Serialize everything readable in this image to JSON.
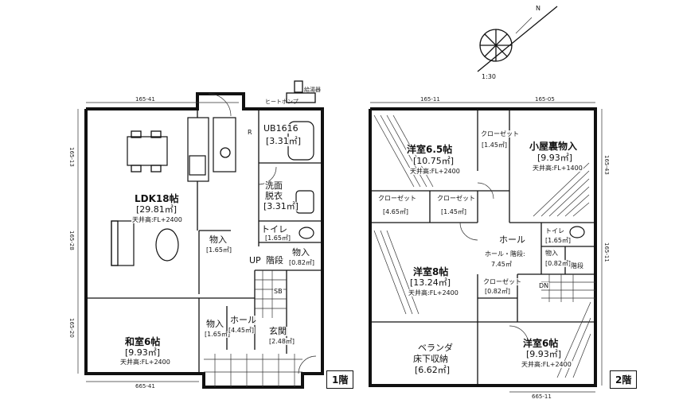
{
  "floor1": {
    "title": "1階",
    "rooms": {
      "ldk": {
        "name": "LDK18帖",
        "area": "[29.81㎡]",
        "ceiling": "天井高:FL+2400"
      },
      "washroom": {
        "name": "洗面",
        "sub": "脱衣",
        "area": "[3.31㎡]"
      },
      "bath": {
        "name": "UB1616",
        "area": "[3.31㎡]"
      },
      "toilet": {
        "name": "トイレ",
        "area": "[1.65㎡]"
      },
      "storage1": {
        "name": "物入",
        "area": "[1.65㎡]"
      },
      "storage2": {
        "name": "物入",
        "area": "[0.82㎡]"
      },
      "storage3": {
        "name": "物入",
        "area": "[1.65㎡]"
      },
      "hall": {
        "name": "ホール",
        "area": "[4.45㎡]"
      },
      "genkan": {
        "name": "玄関",
        "area": "[2.48㎡]"
      },
      "washitsu": {
        "name": "和室6帖",
        "area": "[9.93㎡]",
        "ceiling": "天井高:FL+2400"
      },
      "stairs_up": "UP",
      "stairs_label": "階段",
      "shoebox": "SB",
      "ref": "R"
    },
    "dims": {
      "top": "165-41",
      "left1": "165-13",
      "left2": "165-28",
      "left3": "165-20",
      "bottom": "665-41"
    },
    "equipment": [
      "ヒートポンプ",
      "給湯器"
    ]
  },
  "floor2": {
    "title": "2階",
    "rooms": {
      "bed1": {
        "name": "洋室6.5帖",
        "area": "[10.75㎡]",
        "ceiling": "天井高:FL+2400"
      },
      "attic": {
        "name": "小屋裏物入",
        "area": "[9.93㎡]",
        "ceiling": "天井高:FL+1400"
      },
      "cl1": {
        "name": "クローゼット",
        "area": "[1.45㎡]"
      },
      "cl2": {
        "name": "クローゼット",
        "area": "[4.65㎡]"
      },
      "cl3": {
        "name": "クローゼット",
        "area": "[1.45㎡]"
      },
      "cl4": {
        "name": "クローゼット",
        "area": "[0.82㎡]"
      },
      "bed2": {
        "name": "洋室8帖",
        "area": "[13.24㎡]",
        "ceiling": "天井高:FL+2400"
      },
      "hall": {
        "name": "ホール",
        "sub": "ホール・階段:",
        "area": "7.45㎡"
      },
      "toilet": {
        "name": "トイレ",
        "area": "[1.65㎡]"
      },
      "storage": {
        "name": "物入",
        "area": "[0.82㎡]"
      },
      "bed3": {
        "name": "洋室6帖",
        "area": "[9.93㎡]",
        "ceiling": "天井高:FL+2400"
      },
      "veranda": {
        "name": "ベランダ",
        "sub": "床下収納",
        "area": "[6.62㎡]"
      },
      "stairs_label": "階段",
      "dn": "DN"
    },
    "dims": {
      "top1": "165-11",
      "top2": "165-05",
      "bottom": "665-11",
      "right1": "165-43",
      "right2": "165-11"
    }
  },
  "compass": {
    "label": "N",
    "scale": "1:30"
  }
}
